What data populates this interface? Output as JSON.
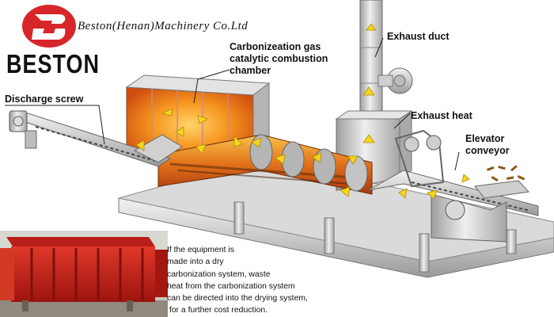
{
  "header": {
    "brand_name": "BESTON",
    "company_name": "Beston(Henan)Machinery Co.Ltd",
    "logo_icon": "beston-b-logo-icon",
    "brand_color": "#d7262a"
  },
  "labels": {
    "chamber": [
      "Carbonizeation gas",
      "catalytic combustion",
      "chamber"
    ],
    "exhaust_duct": "Exhaust duct",
    "exhaust_heat": "Exhaust heat",
    "discharge_screw": "Discharge screw",
    "elevator_conveyor": [
      "Elevator",
      "conveyor"
    ]
  },
  "note": {
    "lines": [
      "If the equipment is",
      "made into a dry",
      "carbonization system, waste",
      "heat from the carbonization system",
      "can be directed into the drying system,",
      " for a further cost reduction."
    ]
  },
  "colors": {
    "flow_arrow": "#f6d51f",
    "furnace_fire": "#f08a1f",
    "photo_machine": "#c9221c"
  }
}
